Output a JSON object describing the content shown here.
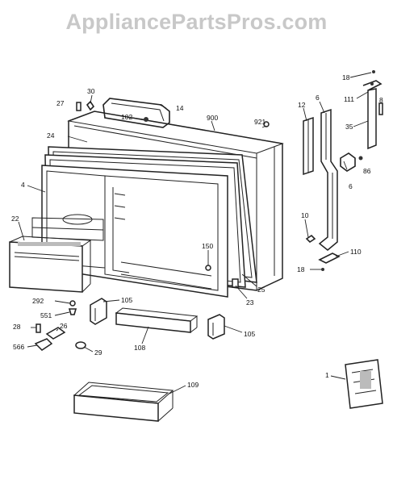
{
  "watermark": "AppliancePartsPros.com",
  "callouts": [
    {
      "id": "c-18a",
      "text": "18"
    },
    {
      "id": "c-111",
      "text": "111"
    },
    {
      "id": "c-8",
      "text": "8"
    },
    {
      "id": "c-6a",
      "text": "6"
    },
    {
      "id": "c-12",
      "text": "12"
    },
    {
      "id": "c-35",
      "text": "35"
    },
    {
      "id": "c-30",
      "text": "30"
    },
    {
      "id": "c-27",
      "text": "27"
    },
    {
      "id": "c-14",
      "text": "14"
    },
    {
      "id": "c-102",
      "text": "102"
    },
    {
      "id": "c-900",
      "text": "900"
    },
    {
      "id": "c-921",
      "text": "921"
    },
    {
      "id": "c-24",
      "text": "24"
    },
    {
      "id": "c-4",
      "text": "4"
    },
    {
      "id": "c-86",
      "text": "86"
    },
    {
      "id": "c-6b",
      "text": "6"
    },
    {
      "id": "c-22",
      "text": "22"
    },
    {
      "id": "c-10",
      "text": "10"
    },
    {
      "id": "c-150",
      "text": "150"
    },
    {
      "id": "c-110",
      "text": "110"
    },
    {
      "id": "c-18b",
      "text": "18"
    },
    {
      "id": "c-25",
      "text": "25"
    },
    {
      "id": "c-23",
      "text": "23"
    },
    {
      "id": "c-292",
      "text": "292"
    },
    {
      "id": "c-105a",
      "text": "105"
    },
    {
      "id": "c-551",
      "text": "551"
    },
    {
      "id": "c-28",
      "text": "28"
    },
    {
      "id": "c-26",
      "text": "26"
    },
    {
      "id": "c-105b",
      "text": "105"
    },
    {
      "id": "c-108",
      "text": "108"
    },
    {
      "id": "c-566",
      "text": "566"
    },
    {
      "id": "c-29",
      "text": "29"
    },
    {
      "id": "c-1",
      "text": "1"
    },
    {
      "id": "c-109",
      "text": "109"
    }
  ]
}
